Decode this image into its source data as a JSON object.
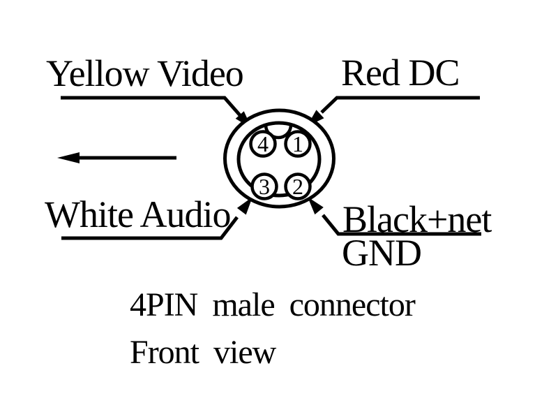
{
  "diagram": {
    "background_color": "#ffffff",
    "line_color": "#000000",
    "text_color": "#000000",
    "labels": {
      "yellow_video": "Yellow Video",
      "red_dc": "Red DC",
      "white_audio": "White Audio",
      "black_net": "Black+net",
      "gnd": "GND"
    },
    "caption": {
      "line1": "4PIN male connector",
      "line2": "Front view"
    },
    "connector": {
      "name": "4PIN male connector",
      "view": "Front view",
      "pins": [
        {
          "number": "1",
          "position": "top-right",
          "wire": "Red DC"
        },
        {
          "number": "2",
          "position": "bottom-right",
          "wire": "Black+net GND"
        },
        {
          "number": "3",
          "position": "bottom-left",
          "wire": "White Audio"
        },
        {
          "number": "4",
          "position": "top-left",
          "wire": "Yellow Video"
        }
      ]
    }
  }
}
